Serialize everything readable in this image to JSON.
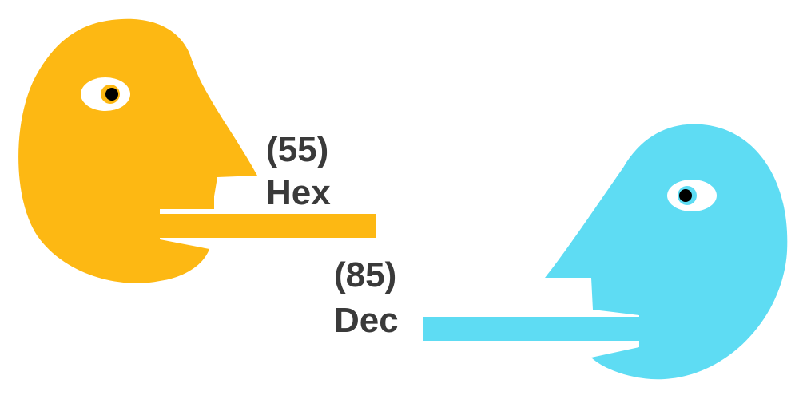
{
  "left_speaker": {
    "value": "(55)",
    "base": "Hex",
    "color": "#FDB813",
    "icon": "yellow-face-speaking"
  },
  "right_speaker": {
    "value": "(85)",
    "base": "Dec",
    "color": "#5EDCF3",
    "icon": "blue-face-speaking"
  },
  "colors": {
    "text": "#3a3a3a",
    "eye_white": "#ffffff",
    "pupil": "#000000"
  }
}
